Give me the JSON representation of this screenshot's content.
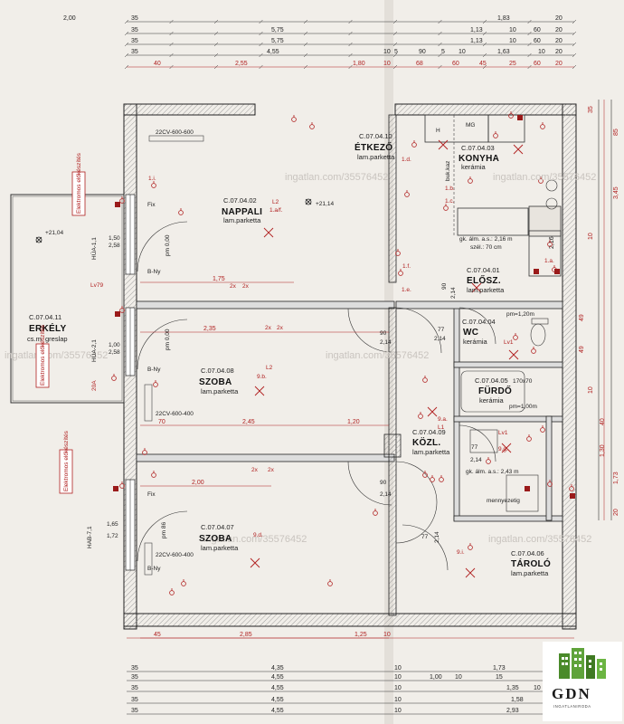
{
  "rooms": [
    {
      "id": "C.07.04.02",
      "name": "NAPPALI",
      "floor": "lam.parketta"
    },
    {
      "id": "C.07.04.10",
      "name": "ÉTKEZŐ",
      "floor": "lam.parketta"
    },
    {
      "id": "C.07.04.03",
      "name": "KONYHA",
      "floor": "kerámia"
    },
    {
      "id": "C.07.04.01",
      "name": "ELŐSZ.",
      "floor": "lam.parketta"
    },
    {
      "id": "C.07.04.04",
      "name": "WC",
      "floor": "kerámia"
    },
    {
      "id": "C.07.04.05",
      "name": "FÜRDŐ",
      "floor": "kerámia"
    },
    {
      "id": "C.07.04.08",
      "name": "SZOBA",
      "floor": "lam.parketta"
    },
    {
      "id": "C.07.04.09",
      "name": "KÖZL.",
      "floor": "lam.parketta"
    },
    {
      "id": "C.07.04.07",
      "name": "SZOBA",
      "floor": "lam.parketta"
    },
    {
      "id": "C.07.04.06",
      "name": "TÁROLÓ",
      "floor": "lam.parketta"
    },
    {
      "id": "C.07.04.11",
      "name": "ERKÉLY",
      "floor": "cs.m. greslap"
    }
  ],
  "dims_top": [
    [
      "2,00",
      "35",
      "1,83",
      "20"
    ],
    [
      "35",
      "5,75",
      "1,13",
      "10",
      "60",
      "20"
    ],
    [
      "35",
      "5,75",
      "1,13",
      "10",
      "60",
      "20"
    ],
    [
      "35",
      "4,55",
      "10",
      "5",
      "90",
      "5",
      "10",
      "1,63",
      "10",
      "20"
    ],
    [
      "40",
      "2,55",
      "1,80",
      "10",
      "68",
      "60",
      "45",
      "25",
      "60",
      "20"
    ]
  ],
  "dims_bottom": [
    [
      "45",
      "2,85",
      "1,25",
      "10"
    ],
    [
      "35",
      "4,35",
      "10",
      "1,73",
      "20"
    ],
    [
      "35",
      "4,55",
      "10",
      "1,00",
      "10",
      "15",
      "20"
    ],
    [
      "35",
      "4,55",
      "10",
      "1,35",
      "10",
      "20"
    ],
    [
      "35",
      "4,55",
      "10",
      "1,58",
      "20"
    ],
    [
      "35",
      "4,55",
      "10",
      "2,93",
      "20"
    ]
  ],
  "dims_right": [
    "35",
    "85",
    "3,45",
    "10",
    "2,16",
    "49",
    "49",
    "10",
    "40",
    "1,30",
    "1,73",
    "20"
  ],
  "labels": {
    "fix": "Fix",
    "bny": "B-Ny",
    "elektro": "Elektromos előkészítés",
    "rad_top": "22CV-600-600",
    "rad_mid": "22CV-600-400",
    "rad_bot": "22CV-600-400",
    "elev_nappali": "+21,14",
    "elev_erkely": "+21,04",
    "hua1": "HÚA-1,1",
    "hua2": "HÚA-2,1",
    "hab7": "HAB-7,1",
    "pm": "pm 0,00",
    "pm86": "pm 86",
    "win1a": "1,50",
    "win1b": "2,58",
    "win2a": "1,00",
    "win2b": "2,58",
    "win3a": "1,65",
    "win3b": "1,72",
    "gk_konyha": "gk. álm. a.s.: 2,16 m",
    "szel": "szél.: 70 cm",
    "gk_kozl": "gk. álm. a.s.: 2,43 m",
    "pm120": "pm=1,20m",
    "pm100": "pm=1,00m",
    "kad": "170x70",
    "mennyezet": "mennyezetig",
    "lv79": "Lv79",
    "a20": "20A",
    "kaz": "buk.kaz",
    "h_label": "H",
    "mg_label": "MG",
    "d1_a": "1,75",
    "d2_a": "2,35",
    "d3_a": "70",
    "d3_b": "2,45",
    "d3_c": "1,20",
    "d4_a": "2,00",
    "d90a": "90",
    "d214a": "2,14",
    "d77": "77",
    "d214b": "2,14",
    "d90b": "90",
    "d214c": "2,14",
    "d77b": "77",
    "d214d": "2,14",
    "d77c": "77",
    "d214e": "2,14",
    "d90c": "90",
    "d214f": "2,14",
    "tag_L2": "L2",
    "tag_1af": "1.a/f.",
    "tag_9b": "9.b.",
    "tag_9d": "9.d.",
    "tag_L1": "L1",
    "tag_Lv1": "Lv1",
    "tag_9a": "9.a.",
    "tag_9g": "9.g.",
    "tag_9i": "9.i.",
    "tag_1f": "1.f.",
    "tag_1e": "1.e.",
    "tag_1d": "1.d.",
    "tag_1b": "1.b.",
    "tag_1c": "1.c.",
    "tag_1i": "1.i.",
    "tag_1a": "1.a.",
    "tag_2x": "2x",
    "watermark": "ingatlan.com/35576452",
    "logo_text": "GDN",
    "logo_sub": "INGATLANIRODA"
  }
}
